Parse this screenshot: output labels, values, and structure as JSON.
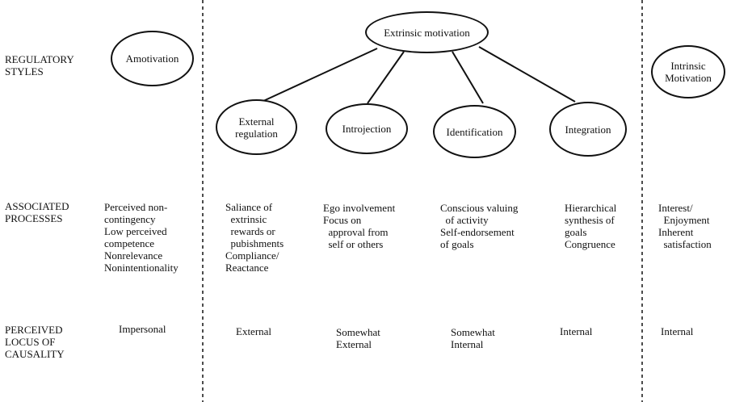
{
  "row_labels": {
    "regulatory": "REGULATORY\nSTYLES",
    "processes": "ASSOCIATED\nPROCESSES",
    "locus": "PERCEIVED\nLOCUS OF\nCAUSALITY"
  },
  "nodes": {
    "amotivation": "Amotivation",
    "extrinsic": "Extrinsic motivation",
    "external_regulation": "External\nregulation",
    "introjection": "Introjection",
    "identification": "Identification",
    "integration": "Integration",
    "intrinsic": "Intrinsic\nMotivation"
  },
  "processes": {
    "amotivation": "Perceived non-\ncontingency\nLow perceived\ncompetence\nNonrelevance\nNonintentionality",
    "external_regulation": "Saliance of\n  extrinsic\n  rewards or\n  pubishments\nCompliance/\nReactance",
    "introjection": "Ego involvement\nFocus on\n  approval from\n  self or others",
    "identification": "Conscious valuing\n  of activity\nSelf-endorsement\nof goals",
    "integration": "Hierarchical\nsynthesis of\ngoals\nCongruence",
    "intrinsic": "Interest/\n  Enjoyment\nInherent\n  satisfaction"
  },
  "locus": {
    "amotivation": "Impersonal",
    "external_regulation": "External",
    "introjection": "Somewhat\nExternal",
    "identification": "Somewhat\nInternal",
    "integration": "Internal",
    "intrinsic": "Internal"
  }
}
